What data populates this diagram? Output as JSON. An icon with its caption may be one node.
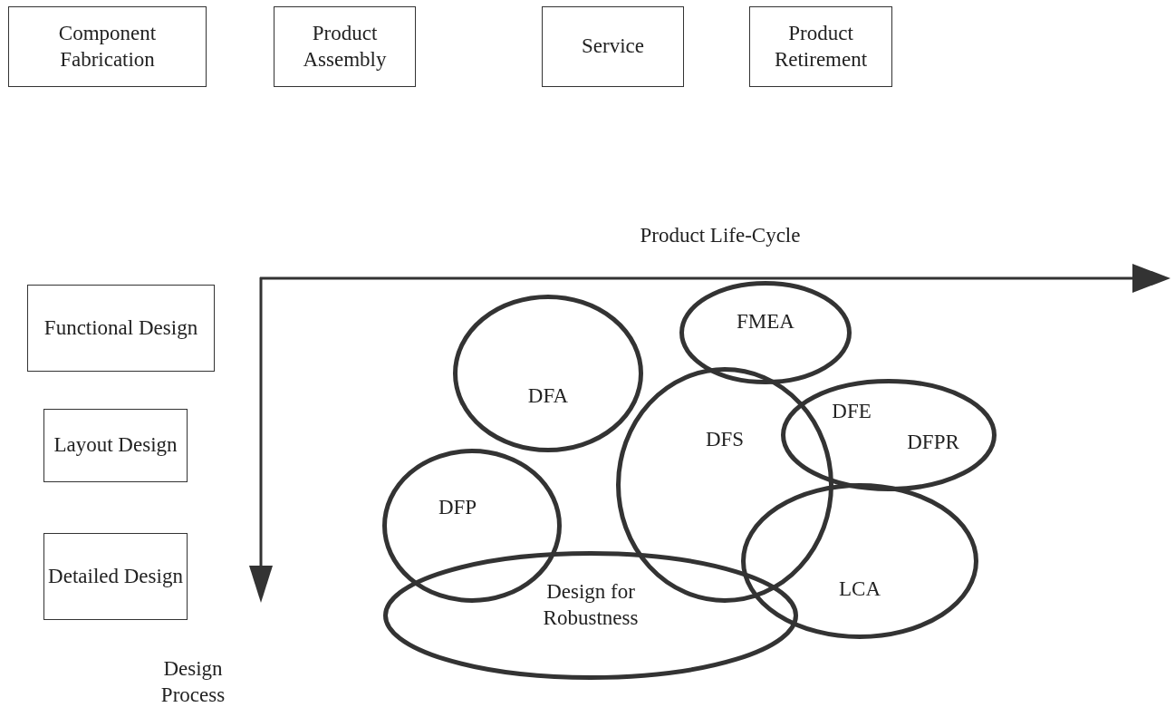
{
  "diagram": {
    "nodes": [
      {
        "text": [
          "Component Fabrication"
        ]
      },
      {
        "text": [
          "Product Assembly"
        ]
      },
      {
        "text": [
          "Service"
        ]
      },
      {
        "text": [
          "Product Retirement"
        ]
      },
      {
        "text": [
          "Functional Design"
        ]
      },
      {
        "text": [
          "Layout Design"
        ]
      },
      {
        "text": [
          "Detailed Design"
        ]
      },
      {
        "text": [
          "FMEA"
        ]
      },
      {
        "text": [
          "DFA"
        ]
      },
      {
        "text": [
          "DFS"
        ]
      },
      {
        "text": [
          "DFE",
          "DFPR"
        ]
      },
      {
        "text": [
          "DFP"
        ]
      },
      {
        "text": [
          "LCA"
        ]
      },
      {
        "text": [
          "Design for Robustness"
        ]
      }
    ],
    "labels": [
      "Product Life-Cycle",
      "Design Process"
    ]
  }
}
